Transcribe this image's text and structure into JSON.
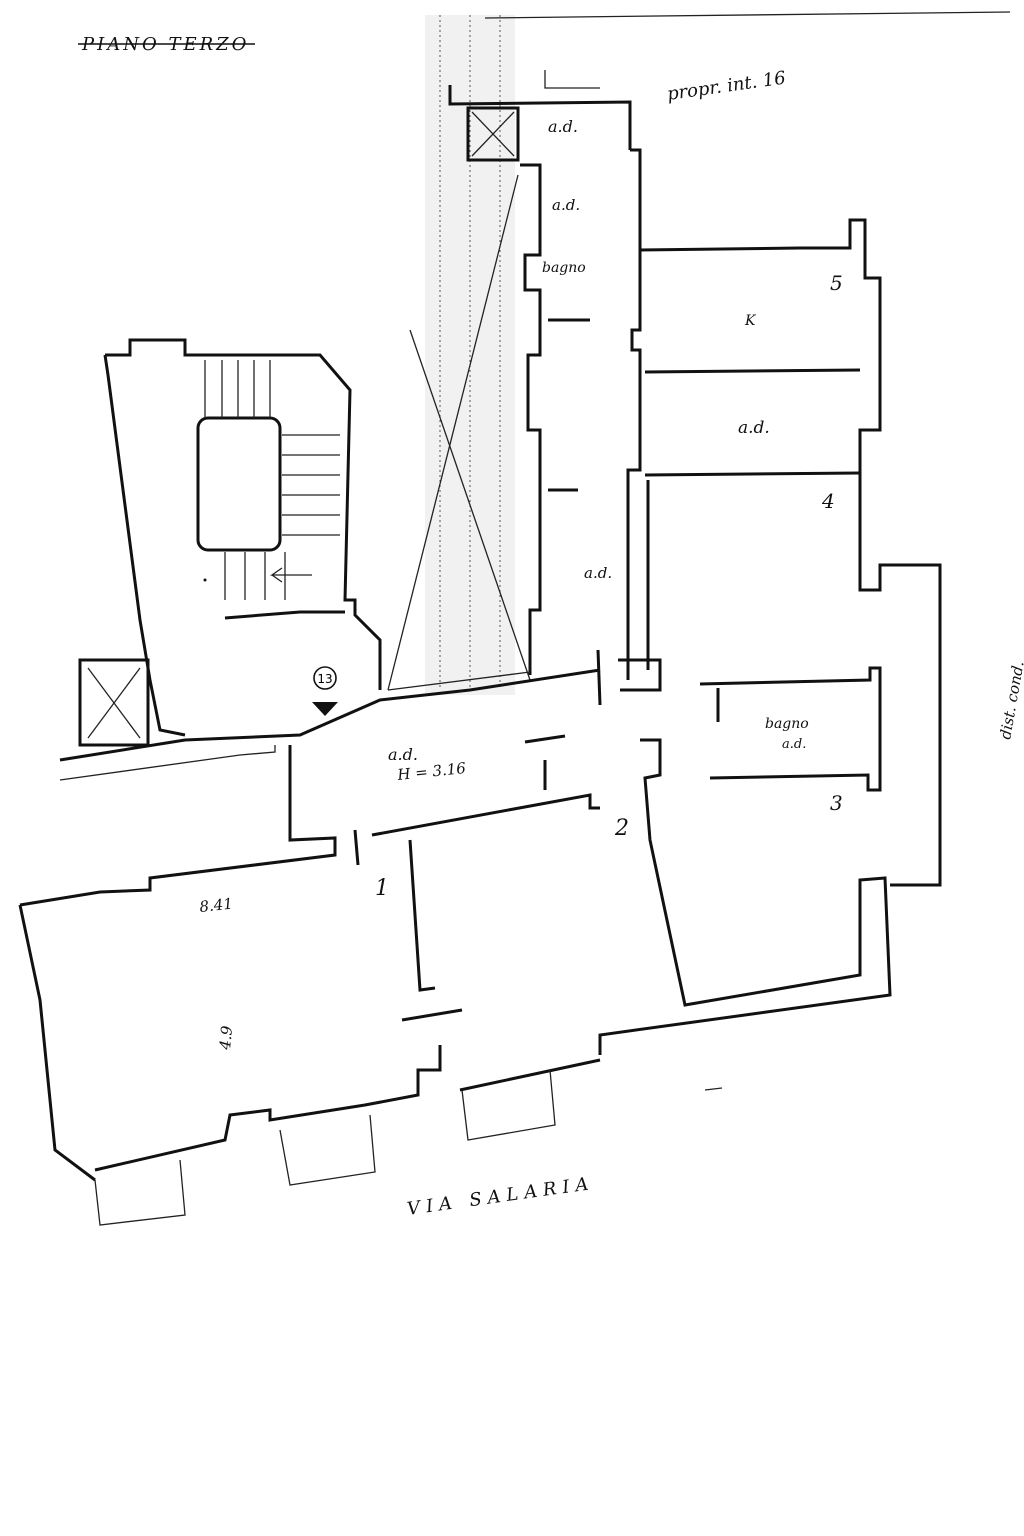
{
  "title": "PIANO TERZO",
  "labels": {
    "neighbour": "propr. int. 16",
    "street": "VIA SALARIA",
    "side_note": "dist. cond.",
    "unit_number": "13",
    "corridor": "a.d.",
    "corridor_height": "H = 3.16",
    "top_service_room": "a.d.",
    "service_room_2": "a.d.",
    "bath_top": "bagno",
    "kitchen": "K",
    "room_ad_right": "a.d.",
    "hall_ad": "a.d.",
    "bath_right": "bagno",
    "bath_right_sub": "a.d.",
    "room_1": "1",
    "room_2": "2",
    "room_3": "3",
    "room_4": "4",
    "room_5": "5",
    "dim_width": "8.41",
    "dim_depth": "4.9"
  }
}
